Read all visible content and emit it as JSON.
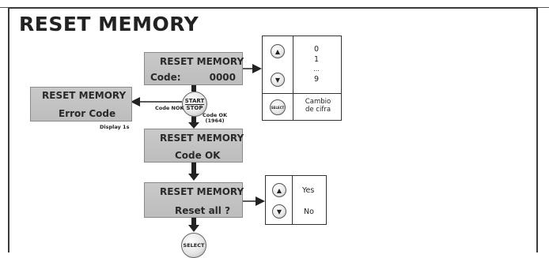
{
  "title": "RESET MEMORY",
  "screens": {
    "code_entry": {
      "line1": "RESET MEMORY",
      "label": "Code:",
      "value": "0000"
    },
    "error": {
      "line1": "RESET MEMORY",
      "line2": "Error Code"
    },
    "code_ok": {
      "line1": "RESET MEMORY",
      "line2": "Code OK"
    },
    "reset_all": {
      "line1": "RESET MEMORY",
      "line2": "Reset all ?"
    }
  },
  "start_stop": {
    "top": "START",
    "bottom": "STOP"
  },
  "select_label": "SELECT",
  "labels": {
    "code_nok": "Code NOK",
    "code_ok_line1": "Code OK",
    "code_ok_line2": "(1964)",
    "display_time": "Display 1s"
  },
  "digit_panel": {
    "values": [
      "0",
      "1",
      "...",
      "9"
    ],
    "select_text": "SELECT",
    "change_text_line1": "Cambio",
    "change_text_line2": "de cifra"
  },
  "confirm_panel": {
    "yes": "Yes",
    "no": "No"
  }
}
